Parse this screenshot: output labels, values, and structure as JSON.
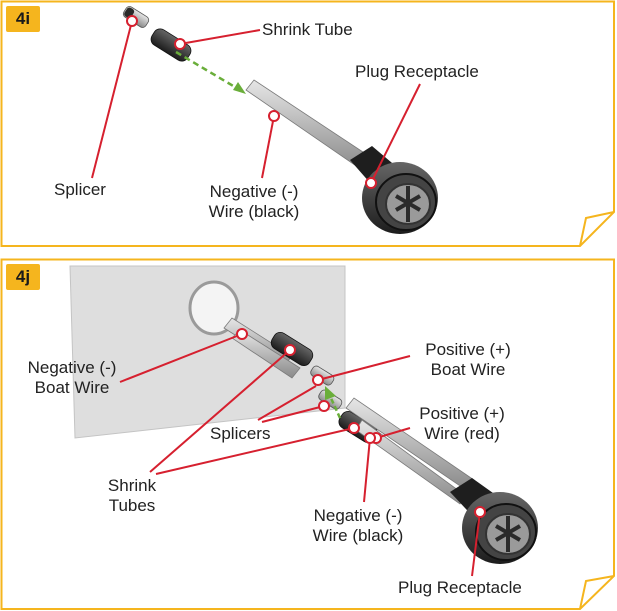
{
  "colors": {
    "accent": "#f5b51e",
    "callout_red": "#d6202f",
    "arrow_green": "#6aae3a",
    "label_text": "#222222"
  },
  "panel_4i": {
    "step": "4i",
    "labels": {
      "shrink_tube": "Shrink Tube",
      "plug_receptacle": "Plug Receptacle",
      "splicer": "Splicer",
      "negative_wire_line1": "Negative (-)",
      "negative_wire_line2": "Wire (black)"
    }
  },
  "panel_4j": {
    "step": "4j",
    "labels": {
      "negative_boat_wire_line1": "Negative (-)",
      "negative_boat_wire_line2": "Boat Wire",
      "positive_boat_wire_line1": "Positive (+)",
      "positive_boat_wire_line2": "Boat Wire",
      "positive_wire_line1": "Positive (+)",
      "positive_wire_line2": "Wire (red)",
      "splicers": "Splicers",
      "shrink_tubes_line1": "Shrink",
      "shrink_tubes_line2": "Tubes",
      "negative_wire_line1": "Negative (-)",
      "negative_wire_line2": "Wire (black)",
      "plug_receptacle": "Plug Receptacle"
    }
  }
}
